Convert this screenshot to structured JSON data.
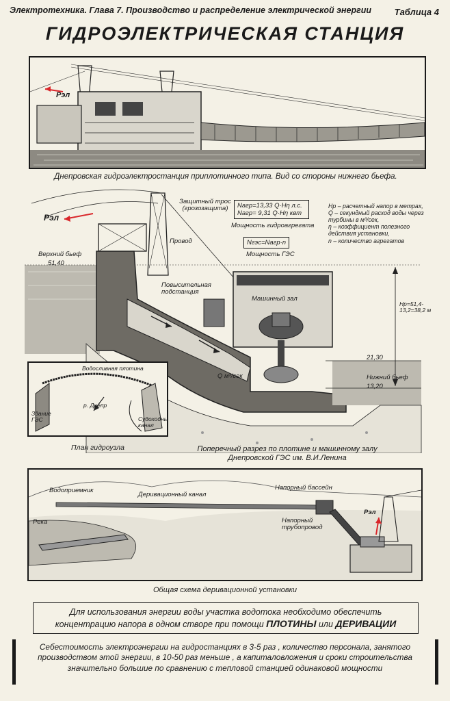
{
  "header": {
    "chapter": "Электротехника. Глава 7. Производство и распределение электрической энергии",
    "table": "Таблица 4",
    "title": "ГИДРОЭЛЕКТРИЧЕСКАЯ СТАНЦИЯ"
  },
  "top_figure": {
    "power_label": "Pэл",
    "caption": "Днепровская гидроэлектростанция приплотинного типа. Вид со стороны нижнего бьефа."
  },
  "section": {
    "power_label": "Pэл",
    "labels": {
      "guard_cable": "Защитный трос (грозозащита)",
      "wire": "Провод",
      "upper_pool": "Верхний бьеф",
      "upper_level": "51,40",
      "substation": "Повысительная подстанция",
      "machine_hall": "Машинный зал",
      "flow": "Q м³/сек",
      "lower_pool": "Нижний бьеф",
      "level_high": "21,30",
      "level_low": "13,20",
      "head": "Hр=51,4-13,2=38,2 м"
    },
    "formulas": {
      "f1": "Nагр=13,33 Q·Hη л.с.",
      "f2": "Nагр= 9,31 Q·Hη квт",
      "unit_power": "Мощность гидроагрегата",
      "f3": "Nгэс=Nагр·n",
      "station_power": "Мощность ГЭС"
    },
    "legend": [
      "Hр – расчетный напор в метрах,",
      "Q – секундный расход воды через турбины в м³/сек,",
      "η – коэффициент полезного действия установки,",
      "n – количество агрегатов"
    ],
    "plan": {
      "spillway": "Водосливная плотина",
      "building": "Здание ГЭС",
      "river": "р. Днепр",
      "canal": "Судоходный канал",
      "caption": "План гидроузла"
    },
    "caption_line1": "Поперечный разрез по плотине и машинному залу",
    "caption_line2": "Днепровской ГЭС им. В.И.Ленина"
  },
  "derivation": {
    "labels": {
      "intake": "Водоприемник",
      "channel": "Деривационный канал",
      "basin": "Напорный бассейн",
      "river": "Река",
      "pipeline": "Напорный трубопровод",
      "power": "Pэл"
    },
    "caption": "Общая схема деривационной установки"
  },
  "note": {
    "line1": "Для использования энергии воды участка водотока необходимо обеспечить",
    "line2a": "концентрацию напора в одном створе при помощи",
    "dam": "ПЛОТИНЫ",
    "or": "или",
    "derivation": "ДЕРИВАЦИИ"
  },
  "bottom_text": "Себестоимость электроэнергии на гидростанциях в 3-5 раз , количество персонала, занятого производством этой энергии, в 10-50 раз меньше , а капиталовложения и сроки строительства значительно большие по сравнению с тепловой станцией одинаковой мощности",
  "colors": {
    "accent_red": "#d9262a",
    "ink": "#1a1a1a",
    "paper": "#f4f1e6"
  }
}
